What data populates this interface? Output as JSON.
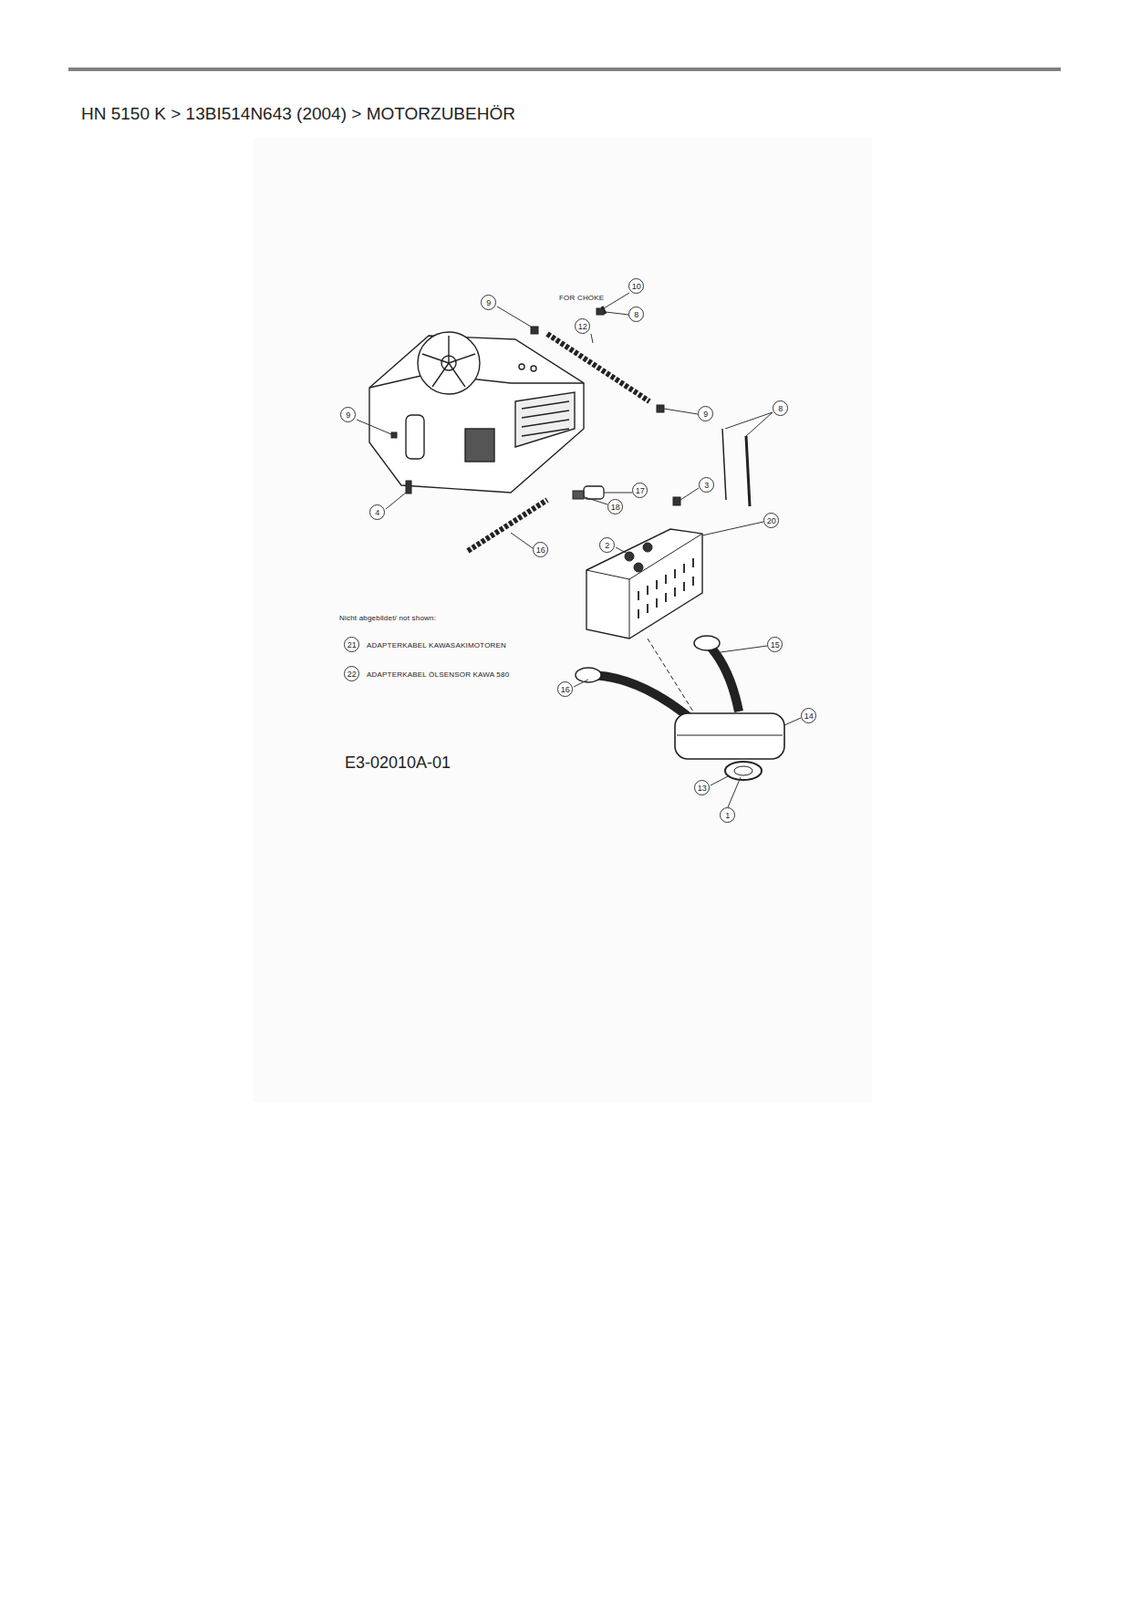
{
  "diagram": {
    "title": "HN 5150 K  >  13BI514N643 (2004)  >  MOTORZUBEHÖR",
    "labels": [
      "9",
      "FOR CHOKE",
      "10",
      "8",
      "12",
      "9",
      "9",
      "8",
      "4",
      "17",
      "18",
      "3",
      "20",
      "2",
      "16",
      "Nicht abgebildet/ not shown:",
      "21",
      "ADAPTERKABEL KAWASAKIMOTOREN",
      "22",
      "ADAPTERKABEL ÖLSENSOR KAWA 580",
      "15",
      "16",
      "14",
      "E3-02010A-01",
      "13",
      "1"
    ]
  }
}
